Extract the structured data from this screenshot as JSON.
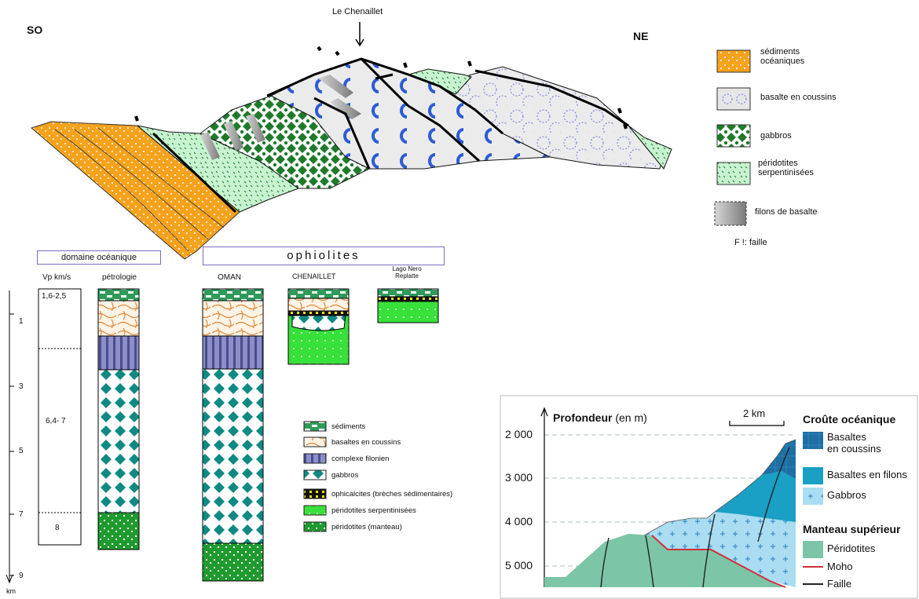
{
  "cross_section": {
    "left_label": "SO",
    "right_label": "NE",
    "peak_label": "Le Chenaillet",
    "legend": [
      {
        "label_l1": "sédiments",
        "label_l2": "océaniques",
        "color": "#f5a623"
      },
      {
        "label_l1": "basalte en coussins",
        "label_l2": "",
        "color": "#e6e6e6"
      },
      {
        "label_l1": "gabbros",
        "label_l2": "",
        "color": "#1f7a2a"
      },
      {
        "label_l1": "péridotites",
        "label_l2": "serpentinisées",
        "color": "#bff2c8"
      },
      {
        "label_l1": "filons de basalte",
        "label_l2": "",
        "color": "#9a9a9a"
      }
    ],
    "fault_note": "F !: faille"
  },
  "columns": {
    "oceanic_title": "domaine océanique",
    "ophiolites_title": "ophiolites",
    "vp_header": "Vp km/s",
    "petro_header": "pétrologie",
    "vp_values": [
      "1,6-2,5",
      "6,4- 7",
      "8"
    ],
    "oman_label": "OMAN",
    "chenaillet_label": "CHENAILLET",
    "lago_label_l1": "Lago Nero",
    "lago_label_l2": "Replatte",
    "depth_ticks": [
      "1",
      "3",
      "5",
      "7",
      "9"
    ],
    "depth_unit": "km",
    "legend": [
      "sédiments",
      "basaltes en coussins",
      "complexe filonien",
      "gabbros",
      "ophicalcites (brèches sédimentaires)",
      "péridotites serpentinisées",
      "péridotites (manteau)"
    ]
  },
  "profile": {
    "axis_title": "Profondeur",
    "axis_unit": "(en m)",
    "scale_label": "2 km",
    "depth_ticks": [
      "2 000",
      "3 000",
      "4 000",
      "5 000"
    ],
    "legend_crust_title": "Croûte océanique",
    "legend_crust": [
      "Basaltes",
      "en coussins",
      "Basaltes en filons",
      "Gabbros"
    ],
    "legend_mantle_title": "Manteau supérieur",
    "legend_mantle": [
      "Péridotites",
      "Moho",
      "Faille"
    ],
    "colors": {
      "pillow": "#1f6fa3",
      "dykes": "#19a0c4",
      "gabbro": "#aadcf2",
      "peridotite": "#7cc5a6",
      "moho": "#d0303a"
    }
  }
}
